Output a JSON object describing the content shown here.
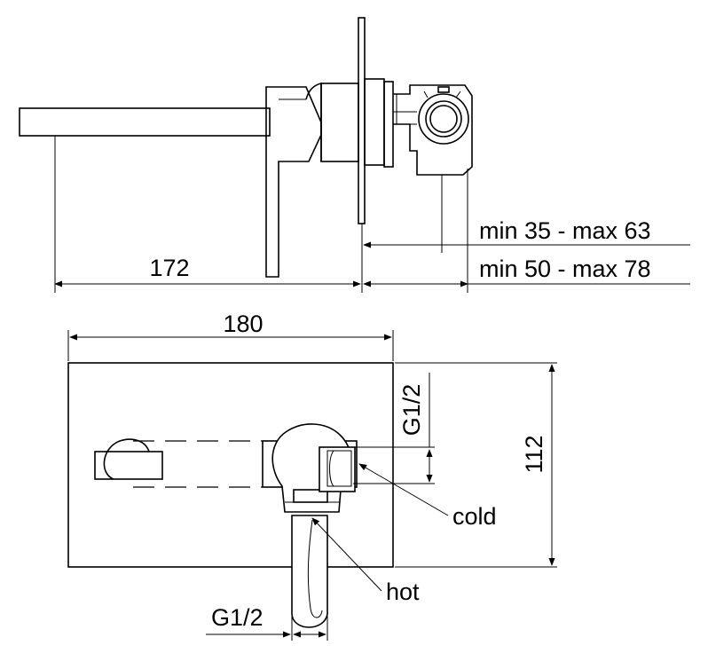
{
  "dimensions": {
    "spout_length": "172",
    "range_inner": "min 35 - max 63",
    "range_outer": "min 50 - max 78",
    "plate_width": "180",
    "plate_height": "112",
    "thread_top": "G1/2",
    "thread_bottom": "G1/2"
  },
  "callouts": {
    "cold": "cold",
    "hot": "hot"
  }
}
